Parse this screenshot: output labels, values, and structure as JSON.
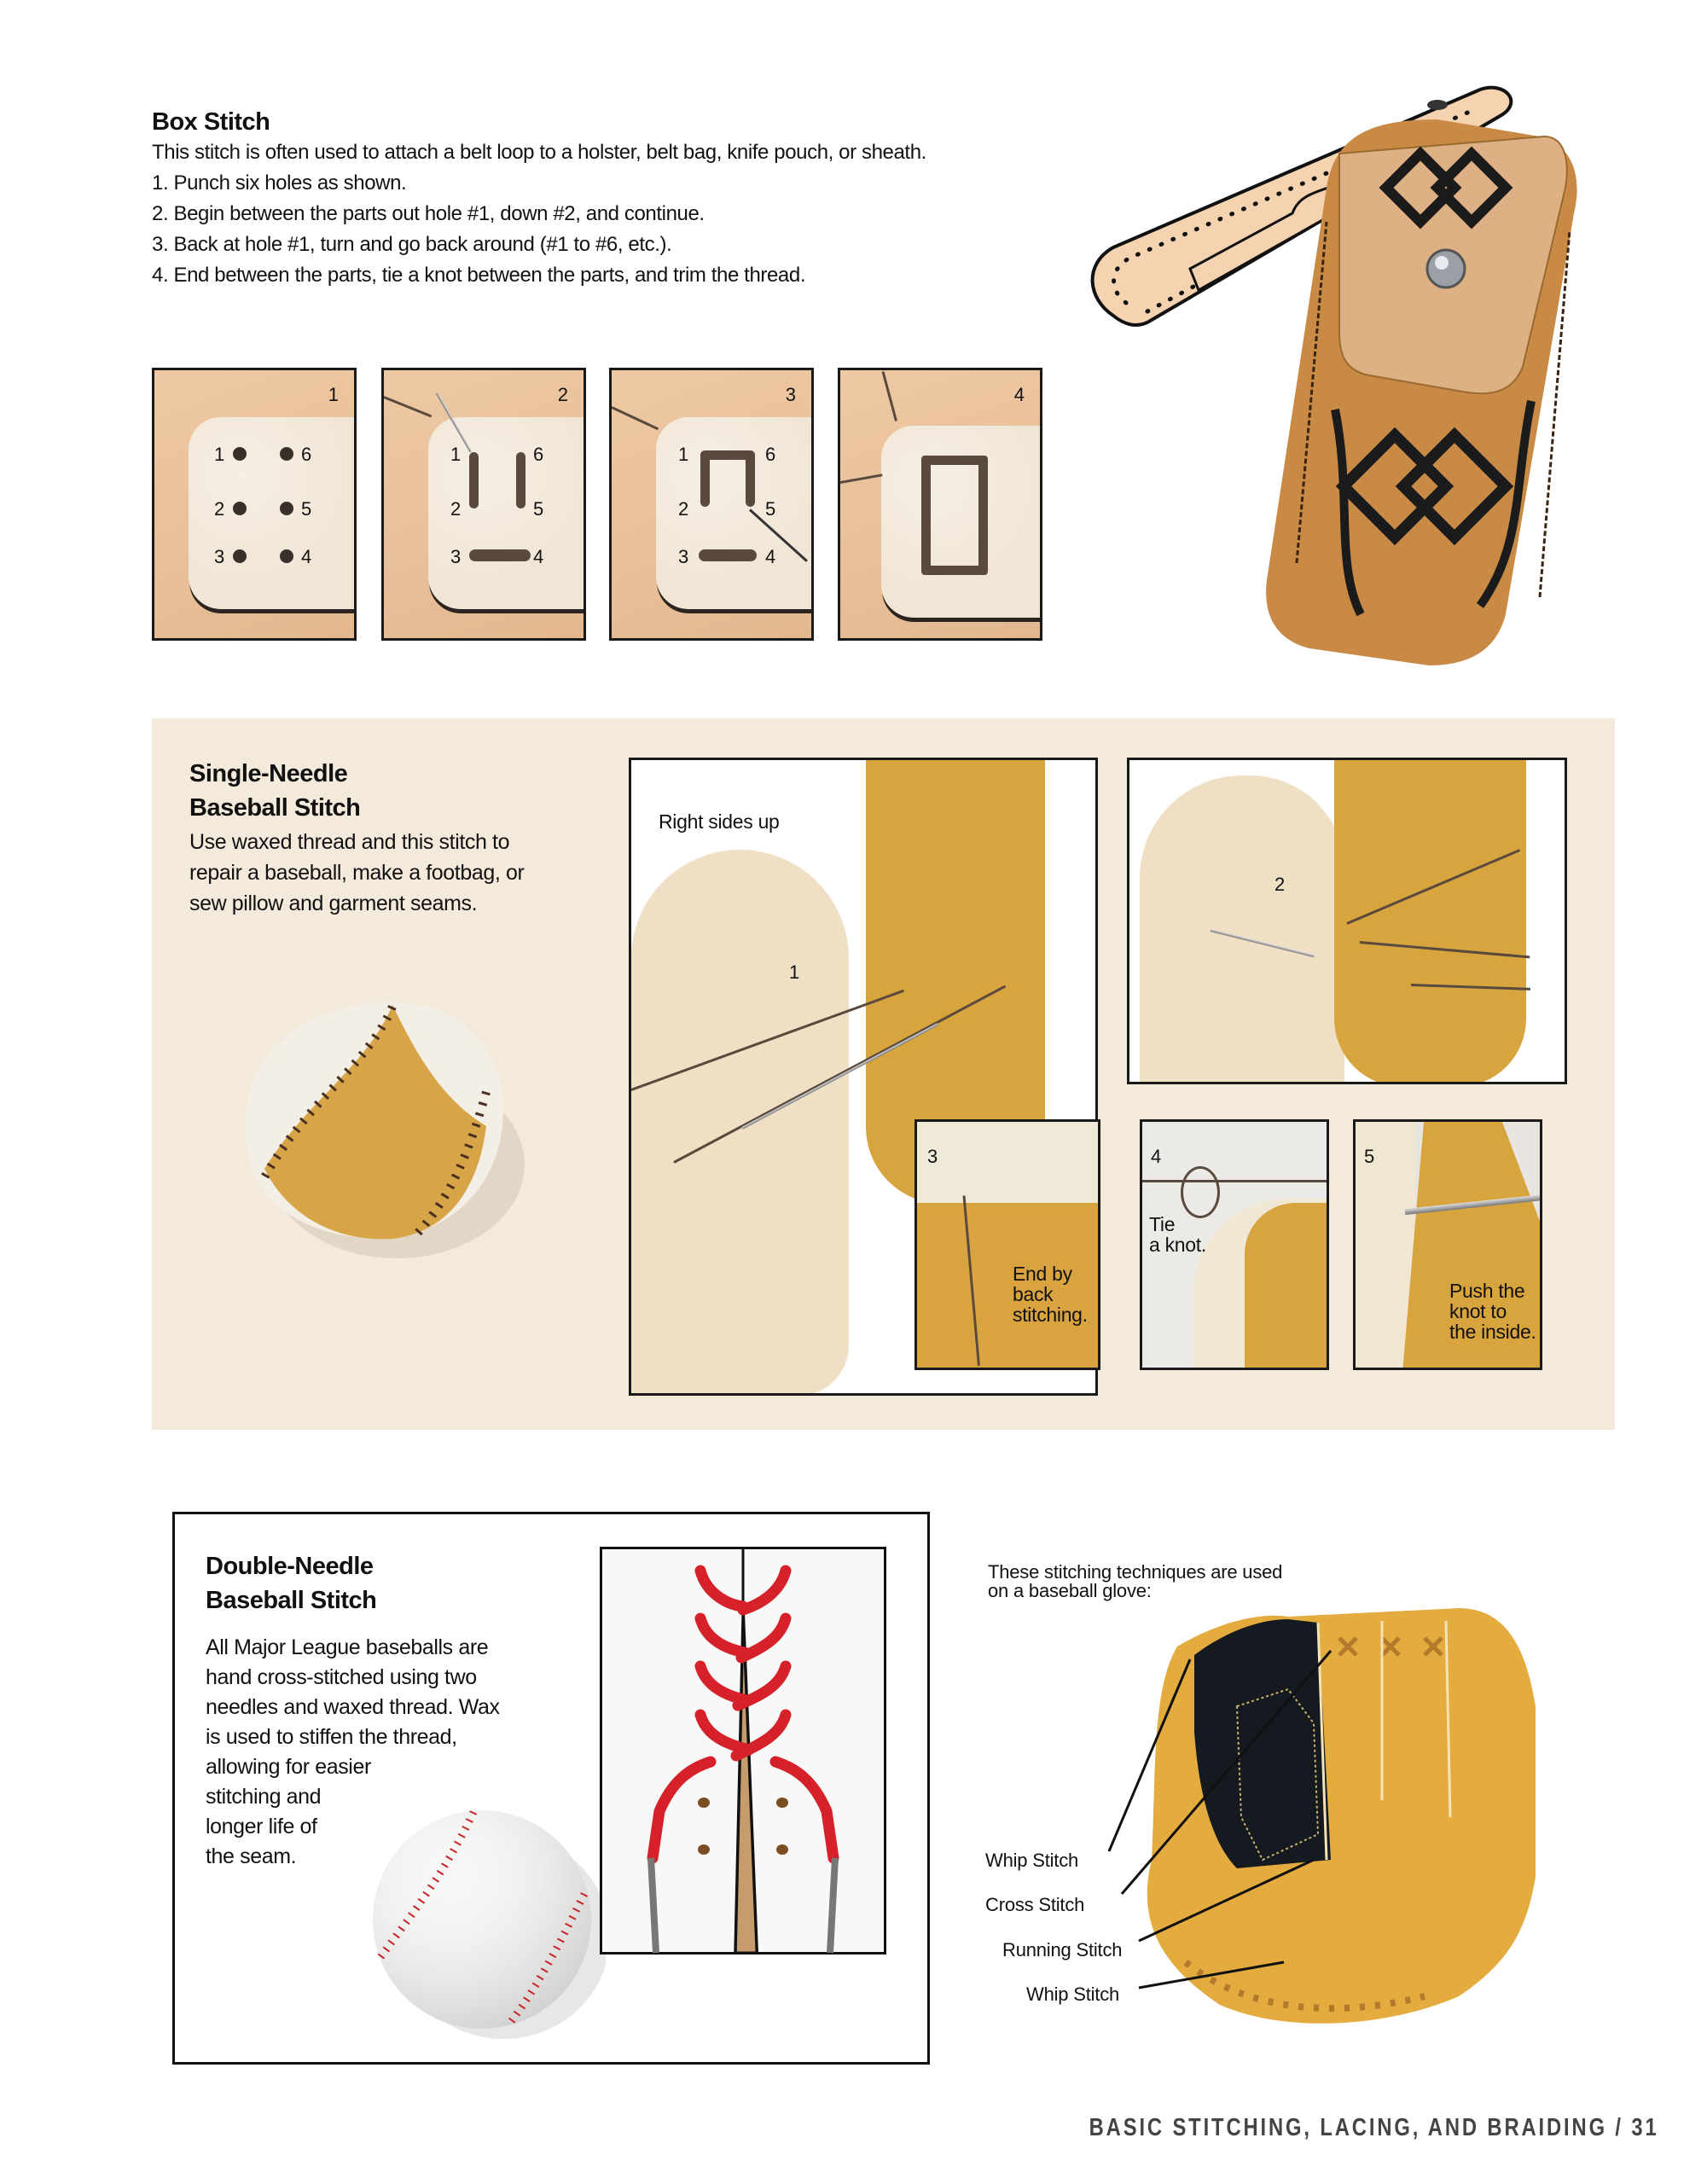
{
  "page": {
    "footer": "BASIC STITCHING, LACING, AND BRAIDING / 31",
    "colors": {
      "panel_bg": "#f4eadc",
      "leather_tan": "#d8a43e",
      "suede_light": "#efe0c5",
      "baseball_stitch_red": "#d7212a",
      "sheath_brown": "#c98a45"
    }
  },
  "box_stitch": {
    "title": "Box Stitch",
    "intro": "This stitch is often used to attach a belt loop to a holster, belt bag, knife pouch, or sheath.",
    "steps": [
      "1. Punch six holes as shown.",
      "2. Begin between the parts out hole #1, down #2, and continue.",
      "3. Back at hole #1, turn and go back around (#1 to #6, etc.).",
      "4. End between the parts, tie a knot between the parts, and trim the thread."
    ],
    "photos": [
      {
        "step": "1",
        "holes": [
          "1",
          "2",
          "3",
          "4",
          "5",
          "6"
        ]
      },
      {
        "step": "2",
        "holes": [
          "1",
          "2",
          "3",
          "4",
          "5",
          "6"
        ]
      },
      {
        "step": "3",
        "holes": [
          "1",
          "2",
          "3",
          "4",
          "5",
          "6"
        ]
      },
      {
        "step": "4"
      }
    ],
    "illustration": "knife-sheath-with-belt-loop"
  },
  "single_needle": {
    "title_line1": "Single-Needle",
    "title_line2": "Baseball Stitch",
    "desc_line1": "Use waxed thread and this stitch to",
    "desc_line2": "repair a baseball, make a footbag, or",
    "desc_line3": "sew pillow and garment seams.",
    "photos": [
      {
        "step": "1",
        "caption": "Right sides up"
      },
      {
        "step": "2"
      },
      {
        "step": "3",
        "caption_lines": [
          "End by",
          "back",
          "stitching."
        ]
      },
      {
        "step": "4",
        "caption_lines": [
          "Tie",
          "a knot."
        ]
      },
      {
        "step": "5",
        "caption_lines": [
          "Push the",
          "knot to",
          "the inside."
        ]
      }
    ]
  },
  "double_needle": {
    "title_line1": "Double-Needle",
    "title_line2": "Baseball Stitch",
    "desc_lines": [
      "All Major League baseballs are",
      "hand cross-stitched using two",
      "needles and waxed thread. Wax",
      "is used to stiffen the thread,",
      "allowing for easier",
      "stitching and",
      "longer life of",
      "the seam."
    ]
  },
  "glove": {
    "caption_line1": "These stitching techniques are used",
    "caption_line2": "on a baseball glove:",
    "labels": [
      "Whip Stitch",
      "Cross Stitch",
      "Running Stitch",
      "Whip Stitch"
    ]
  }
}
